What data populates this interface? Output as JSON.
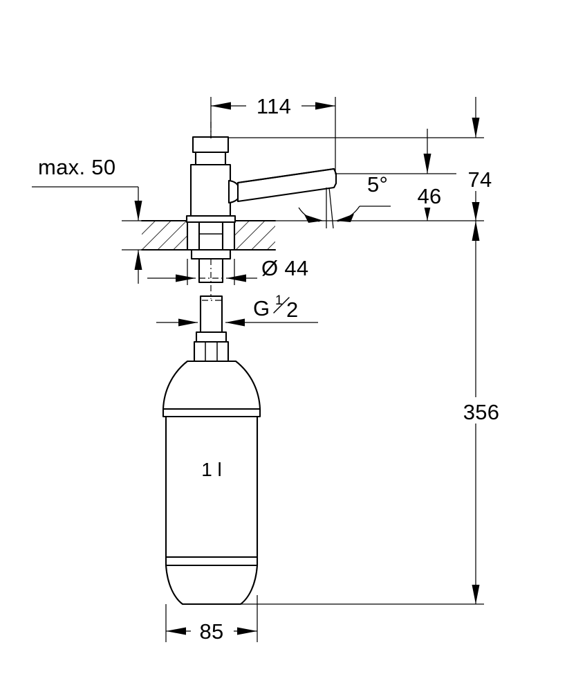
{
  "drawing": {
    "title": "Soap dispenser technical dimension drawing",
    "background_color": "#ffffff",
    "line_color": "#000000",
    "units": "mm",
    "view": "front elevation, section through mounting surface"
  },
  "dimensions": {
    "spout_reach": {
      "label": "114",
      "name": "spout-reach-dimension",
      "orientation": "horizontal",
      "position": "top"
    },
    "max_thickness": {
      "label": "max. 50",
      "name": "max-mounting-thickness-dimension",
      "orientation": "vertical",
      "position": "left"
    },
    "spout_angle": {
      "label": "5°",
      "name": "spout-angle-dimension",
      "orientation": "angular",
      "position": "center-right"
    },
    "spout_height": {
      "label": "46",
      "name": "spout-height-dimension",
      "orientation": "vertical",
      "position": "right"
    },
    "total_head_height": {
      "label": "74",
      "name": "head-height-dimension",
      "orientation": "vertical",
      "position": "far-right"
    },
    "escutcheon_diameter": {
      "label": "Ø 44",
      "name": "escutcheon-diameter-dimension",
      "orientation": "horizontal",
      "position": "middle"
    },
    "thread_size": {
      "label": "G",
      "numerator": "1",
      "denominator": "2",
      "name": "thread-size-dimension",
      "orientation": "horizontal",
      "position": "middle"
    },
    "overall_height": {
      "label": "356",
      "name": "overall-height-dimension",
      "orientation": "vertical",
      "position": "far-right"
    },
    "bottle_diameter": {
      "label": "85",
      "name": "bottle-diameter-dimension",
      "orientation": "horizontal",
      "position": "bottom"
    }
  },
  "annotations": {
    "volume": {
      "label": "1 l",
      "name": "bottle-volume-label",
      "description": "one litre reservoir capacity"
    }
  },
  "parts": {
    "pump_head": "pump-head",
    "pump_cap": "pump-cap",
    "pump_collar": "pump-collar",
    "lever": "dispenser-lever",
    "escutcheon": "escutcheon-flange",
    "mounting_shank": "mounting-shank",
    "lock_nut": "lock-nut",
    "thread_connector": "thread-connector",
    "bottle_shoulder": "bottle-shoulder",
    "bottle_body": "bottle-body",
    "bottle_base": "bottle-base",
    "mounting_surface": "mounting-surface-section"
  }
}
